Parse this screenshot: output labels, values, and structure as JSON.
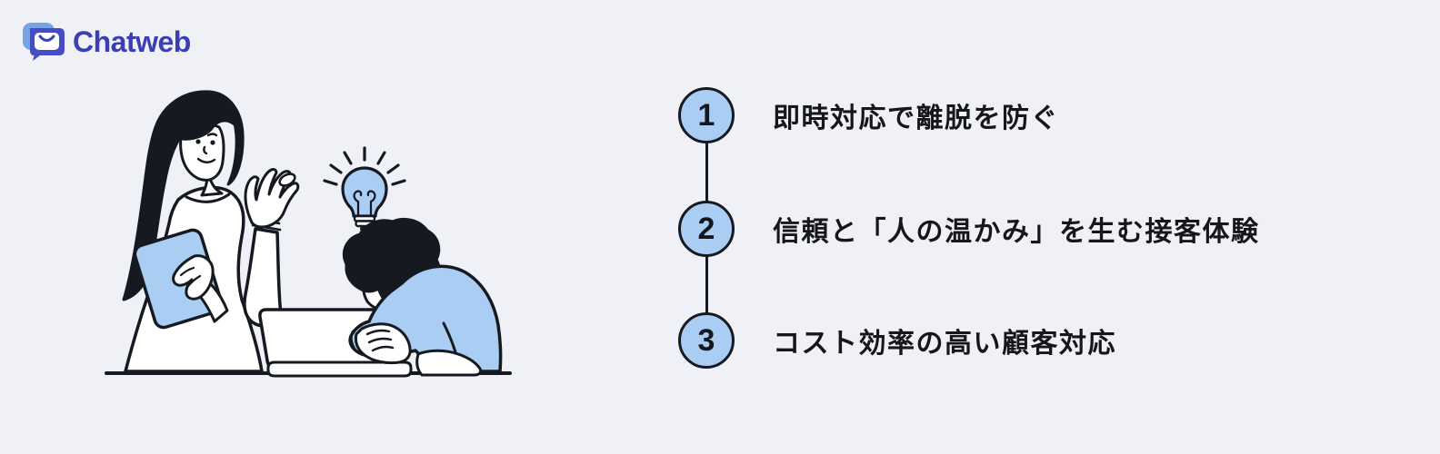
{
  "brand": {
    "name": "Chatweb",
    "logo_icon": "chat-bubble-smile-icon"
  },
  "benefits": [
    {
      "number": "1",
      "label": "即時対応で離脱を防ぐ"
    },
    {
      "number": "2",
      "label": "信頼と「人の温かみ」を生む接客体験"
    },
    {
      "number": "3",
      "label": "コスト効率の高い顧客対応"
    }
  ],
  "illustration": {
    "name": "team-support-illustration",
    "description": "woman with tablet presenting, person typing on laptop, idea lightbulb"
  },
  "colors": {
    "background": "#EFF1F7",
    "accent_light_blue": "#A9CDF3",
    "brand_indigo": "#3A40B2",
    "icon_front_indigo": "#454CC6",
    "icon_back_blue": "#76A3E8",
    "outline": "#161A20",
    "text": "#15171C"
  }
}
